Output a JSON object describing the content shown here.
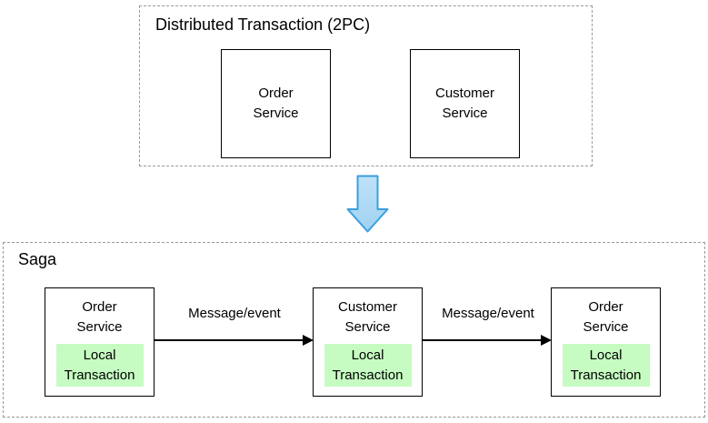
{
  "diagram": {
    "kind": "transition-diagram",
    "sections": {
      "two_pc": {
        "title": "Distributed Transaction (2PC)",
        "nodes": [
          {
            "title": "Order\nService"
          },
          {
            "title": "Customer\nService"
          }
        ]
      },
      "saga": {
        "title": "Saga",
        "nodes": [
          {
            "title": "Order\nService",
            "inner_label": "Local\nTransaction"
          },
          {
            "title": "Customer\nService",
            "inner_label": "Local\nTransaction"
          },
          {
            "title": "Order\nService",
            "inner_label": "Local\nTransaction"
          }
        ],
        "connectors": [
          {
            "label": "Message/event"
          },
          {
            "label": "Message/event"
          }
        ]
      }
    },
    "icons": {
      "transition_arrow": "block-arrow-down"
    },
    "colors": {
      "background": "#ffffff",
      "dashed_border": "#999999",
      "node_border": "#000000",
      "node_fill": "#ffffff",
      "local_transaction_fill": "#c6fcc1",
      "connector": "#000000",
      "down_arrow_fill_light": "#b9def7",
      "down_arrow_fill": "#9fd2f2",
      "down_arrow_stroke": "#3b9fdd",
      "text": "#000000"
    }
  }
}
